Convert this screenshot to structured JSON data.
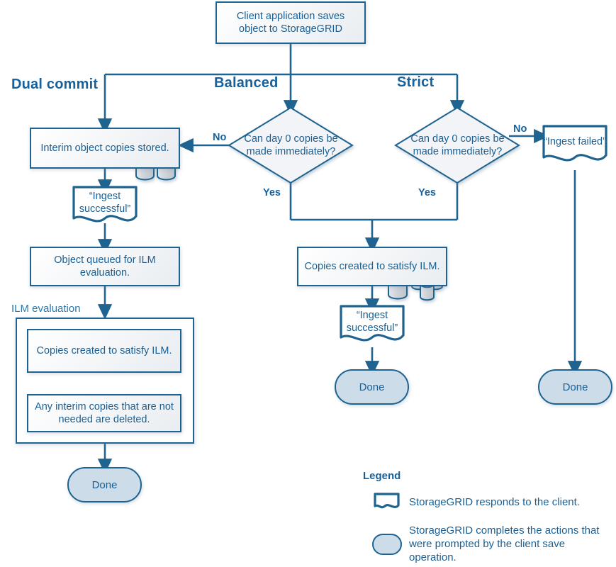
{
  "diagram": {
    "title": "StorageGRID ingest behavior flowchart",
    "colors": {
      "stroke": "#1f6390",
      "text": "#1b5f92",
      "heading": "#17619c",
      "pill_fill": "#ccdce9",
      "box_fill": "#f1f4f7",
      "cylinder_fill": "#ccd2d6"
    },
    "start": {
      "label": "Client application saves object to StorageGRID"
    },
    "columns": [
      {
        "key": "dual_commit",
        "heading": "Dual commit"
      },
      {
        "key": "balanced",
        "heading": "Balanced"
      },
      {
        "key": "strict",
        "heading": "Strict"
      }
    ],
    "decisions": [
      {
        "key": "balanced_decision",
        "label": "Can  day 0 copies be made immediately?",
        "yes": "Yes",
        "no": "No"
      },
      {
        "key": "strict_decision",
        "label": "Can  day 0 copies be made immediately?",
        "yes": "Yes",
        "no": "No"
      }
    ],
    "nodes": {
      "interim_copies": "Interim object copies stored.",
      "ingest_successful_left": "“Ingest successful”",
      "object_queued": "Object queued for ILM evaluation.",
      "ilm_evaluation_label": "ILM evaluation",
      "copies_created_left": "Copies created to satisfy ILM.",
      "interim_deleted": "Any interim copies that are not needed are deleted.",
      "done_left": "Done",
      "copies_created_middle": "Copies created to satisfy ILM.",
      "ingest_successful_middle": "“Ingest successful”",
      "done_middle": "Done",
      "ingest_failed": "“Ingest failed”",
      "done_right": "Done"
    },
    "legend": {
      "title": "Legend",
      "items": [
        {
          "shape": "document",
          "text": "StorageGRID responds to the client."
        },
        {
          "shape": "rounded",
          "text": "StorageGRID completes the actions that were prompted by the client save operation."
        }
      ]
    }
  }
}
